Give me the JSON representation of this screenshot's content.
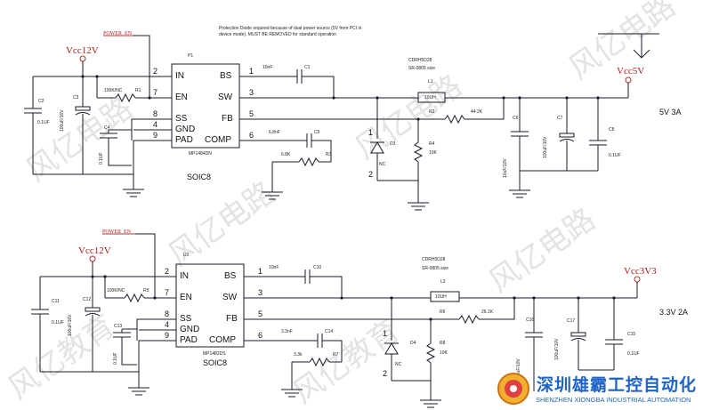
{
  "note": {
    "line1": "Protection Diode required because of dual power source (5V from PCI in",
    "line2": "device mode). MUST BE REMOVED for standard operation"
  },
  "top": {
    "power_en": "POWER_EN",
    "vcc_in": "Vcc12V",
    "vcc_out": "Vcc5V",
    "rating": "5V 3A",
    "ic_ref": "P1",
    "ic_part": "MP1484DN",
    "package": "SOIC8",
    "pins_left": [
      {
        "num": "2",
        "name": "IN"
      },
      {
        "num": "7",
        "name": "EN"
      },
      {
        "num": "8",
        "name": "SS"
      },
      {
        "num": "4",
        "name": "GND"
      },
      {
        "num": "9",
        "name": "PAD"
      }
    ],
    "pins_right": [
      {
        "num": "1",
        "name": "BS"
      },
      {
        "num": "3",
        "name": "SW"
      },
      {
        "num": "5",
        "name": "FB"
      },
      {
        "num": "6",
        "name": "COMP"
      }
    ],
    "parts": {
      "c2": "C2",
      "c2v": "0.1UF",
      "c3": "C3",
      "c3v": "100uF/16V",
      "r1": "R1",
      "r1v": "100K/NC",
      "c4": "C4",
      "c4v": "0.1UF",
      "c1": "C1",
      "c1v": "10nF",
      "l1": "L1",
      "l1v": "10UH",
      "l1p": "CDRH5D28",
      "l1s": "SR-0805 size",
      "r2": "R2",
      "r2v": "44.2K",
      "c5": "C5",
      "c5v": "6.8nF",
      "r3": "R3",
      "r3v": "6.8K",
      "d3": "D3",
      "nc": "NC",
      "r4": "R4",
      "r4v": "10K",
      "c6": "C6",
      "c6v": "10uF/10V",
      "c7": "C7",
      "c7v": "100uF/10V",
      "c8": "C8",
      "c8v": "0.1UF"
    }
  },
  "bottom": {
    "power_en": "POWER_EN",
    "vcc_in": "Vcc12V",
    "vcc_out": "Vcc3V3",
    "rating": "3.3V 2A",
    "ic_ref": "U2",
    "ic_part": "MP1482DS",
    "package": "SOIC8",
    "pins_left": [
      {
        "num": "2",
        "name": "IN"
      },
      {
        "num": "7",
        "name": "EN"
      },
      {
        "num": "8",
        "name": "SS"
      },
      {
        "num": "4",
        "name": "GND"
      },
      {
        "num": "9",
        "name": "PAD"
      }
    ],
    "pins_right": [
      {
        "num": "1",
        "name": "BS"
      },
      {
        "num": "3",
        "name": "SW"
      },
      {
        "num": "5",
        "name": "FB"
      },
      {
        "num": "6",
        "name": "COMP"
      }
    ],
    "parts": {
      "c11": "C11",
      "c11v": "0.1UF",
      "c12": "C12",
      "c12v": "100uF/16V",
      "r5": "R5",
      "r5v": "100K/NC",
      "c13": "C13",
      "c13v": "0.1UF",
      "c10": "C10",
      "c10v": "10nF",
      "l2": "L2",
      "l2v": "10UH",
      "l2p": "CDRH5D28",
      "l2s": "SR-0805 size",
      "r6": "R6",
      "r6v": "26.1K",
      "c14": "C14",
      "c14v": "3.3nF",
      "r7": "R7",
      "r7v": "3.3k",
      "d4": "D4",
      "nc": "NC",
      "r8": "R8",
      "r8v": "10K",
      "c16": "C16",
      "c16v": "10uF/10V",
      "c17": "C17",
      "c17v": "100uF/10V",
      "c15": "C15",
      "c15v": "0.1UF"
    }
  },
  "diode_pins": {
    "one": "1",
    "two": "2"
  },
  "watermark": {
    "text": "风亿电路",
    "text2": "风亿教育"
  },
  "banner": {
    "cn": "深圳雄霸工控自动化",
    "en": "SHENZHEN XIONGBA INDUSTRIAL AUTOMATION"
  },
  "colors": {
    "wire": "#1a1a2a",
    "net_label": "#b01a1a",
    "banner": "#1e63c8"
  }
}
